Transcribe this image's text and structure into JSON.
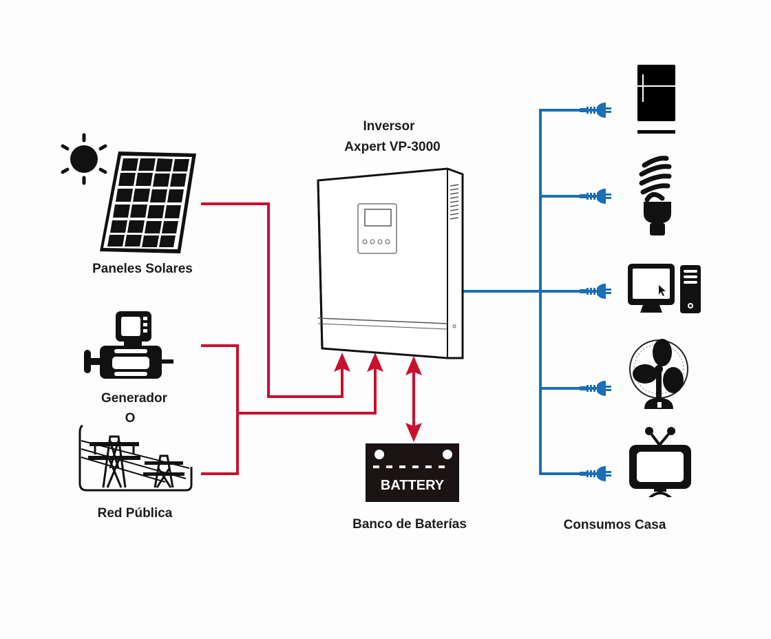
{
  "colors": {
    "dc_line": "#c8102e",
    "ac_line": "#1a6fb5",
    "icon": "#111111",
    "background": "#fdfdfd"
  },
  "inverter": {
    "title_line1": "Inversor",
    "title_line2": "Axpert VP-3000",
    "icon": "inverter-icon"
  },
  "sources": [
    {
      "id": "solar",
      "label": "Paneles Solares",
      "icon": "solar-panel-icon",
      "extra_icon": "sun-icon"
    },
    {
      "id": "generator",
      "label": "Generador",
      "icon": "generator-icon"
    },
    {
      "id": "separator",
      "label": "O"
    },
    {
      "id": "grid",
      "label": "Red Pública",
      "icon": "power-tower-icon"
    }
  ],
  "storage": {
    "label": "Banco de Baterías",
    "battery_text": "BATTERY",
    "icon": "battery-icon"
  },
  "loads": {
    "label": "Consumos Casa",
    "items": [
      {
        "name": "refrigerator",
        "icon": "refrigerator-icon"
      },
      {
        "name": "light-bulb",
        "icon": "light-bulb-icon"
      },
      {
        "name": "computer",
        "icon": "computer-icon"
      },
      {
        "name": "fan",
        "icon": "fan-icon"
      },
      {
        "name": "television",
        "icon": "television-icon"
      }
    ]
  },
  "connections": [
    {
      "from": "solar",
      "to": "inverter",
      "type": "dc",
      "direction": "one-way"
    },
    {
      "from": "generator",
      "to": "inverter",
      "type": "ac",
      "direction": "one-way"
    },
    {
      "from": "grid",
      "to": "inverter",
      "type": "ac",
      "direction": "one-way"
    },
    {
      "from": "inverter",
      "to": "battery",
      "type": "dc",
      "direction": "two-way"
    },
    {
      "from": "inverter",
      "to": "loads",
      "type": "ac",
      "direction": "one-way"
    }
  ]
}
